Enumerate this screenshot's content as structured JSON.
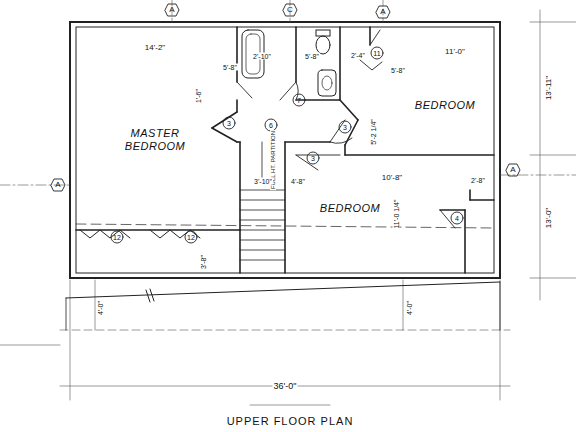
{
  "diagram": {
    "title": "UPPER FLOOR PLAN",
    "nodes": [
      {
        "text": [
          "MASTER BEDROOM"
        ]
      },
      {
        "text": [
          "BEDROOM"
        ]
      },
      {
        "text": [
          "BEDROOM"
        ]
      }
    ],
    "labels": [
      "A",
      "C",
      "A",
      "A",
      "A",
      "14'-2\"",
      "5'-8\"",
      "2'-10\"",
      "5'-8\"",
      "2'-4\"",
      "5'-8\"",
      "11'-0\"",
      "13'-11\"",
      "13'-0\"",
      "1'-6\"",
      "5'-2 1/4\"",
      "11",
      "7",
      "6",
      "3",
      "3",
      "3",
      "12",
      "12",
      "4",
      "FULL HT. PARTITION",
      "3'-10\"",
      "4'-8\"",
      "10'-8\"",
      "2'-8\"",
      "11'-0 1/4\"",
      "3'-8\"",
      "4'-0\"",
      "4'-0\"",
      "36'-0\""
    ]
  }
}
